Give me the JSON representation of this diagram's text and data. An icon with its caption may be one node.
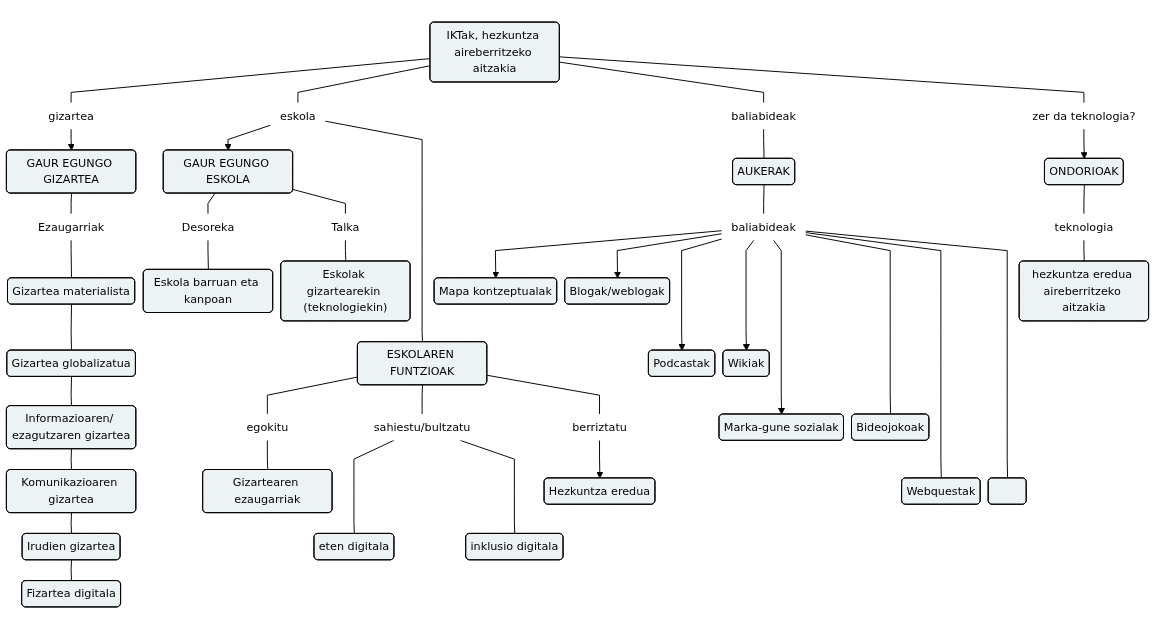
{
  "diagram": {
    "nodes": [
      {
        "text": [
          "IKTak, hezkuntza aireberritzeko aitzakia"
        ]
      },
      {
        "text": [
          "gizartea"
        ]
      },
      {
        "text": [
          "GAUR EGUNGO GIZARTEA"
        ]
      },
      {
        "text": [
          "Ezaugarriak"
        ]
      },
      {
        "text": [
          "Gizartea materialista"
        ]
      },
      {
        "text": [
          "Gizartea globalizatua"
        ]
      },
      {
        "text": [
          "Informazioaren/ ezagutzaren gizartea"
        ]
      },
      {
        "text": [
          "Komunikazioaren gizartea"
        ]
      },
      {
        "text": [
          "Irudien gizartea"
        ]
      },
      {
        "text": [
          "Fizartea digitala"
        ]
      },
      {
        "text": [
          "eskola"
        ]
      },
      {
        "text": [
          "GAUR EGUNGO ESKOLA"
        ]
      },
      {
        "text": [
          "Desoreka"
        ]
      },
      {
        "text": [
          "Talka"
        ]
      },
      {
        "text": [
          "Eskola barruan eta kanpoan"
        ]
      },
      {
        "text": [
          "Eskolak gizartearekin (teknologiekin)"
        ]
      },
      {
        "text": [
          "ESKOLAREN FUNTZIOAK"
        ]
      },
      {
        "text": [
          "egokitu"
        ]
      },
      {
        "text": [
          "sahiestu/bultzatu"
        ]
      },
      {
        "text": [
          "berriztatu"
        ]
      },
      {
        "text": [
          "Gizartearen ezaugarriak"
        ]
      },
      {
        "text": [
          "eten digitala"
        ]
      },
      {
        "text": [
          "inklusio digitala"
        ]
      },
      {
        "text": [
          "Hezkuntza eredua"
        ]
      },
      {
        "text": [
          "baliabideak"
        ]
      },
      {
        "text": [
          "AUKERAK"
        ]
      },
      {
        "text": [
          "baliabideak"
        ]
      },
      {
        "text": [
          "Mapa kontzeptualak"
        ]
      },
      {
        "text": [
          "Blogak/weblogak"
        ]
      },
      {
        "text": [
          "Podcastak"
        ]
      },
      {
        "text": [
          "Wikiak"
        ]
      },
      {
        "text": [
          "Marka-gune sozialak"
        ]
      },
      {
        "text": [
          "Bideojokoak"
        ]
      },
      {
        "text": [
          "Webquestak"
        ]
      },
      {
        "text": [],
        "shape": "box"
      },
      {
        "text": [
          "zer da teknologia?"
        ]
      },
      {
        "text": [
          "ONDORIOAK"
        ]
      },
      {
        "text": [
          "teknologia"
        ]
      },
      {
        "text": [
          "hezkuntza eredua aireberritzeko aitzakia"
        ]
      }
    ],
    "edges": [
      {
        "from": 0,
        "to": 1,
        "arrow": "none"
      },
      {
        "from": 1,
        "to": 2,
        "arrow": "to"
      },
      {
        "from": 2,
        "to": 3,
        "arrow": "none"
      },
      {
        "from": 3,
        "to": 4,
        "arrow": "none"
      },
      {
        "from": 4,
        "to": 5,
        "arrow": "none"
      },
      {
        "from": 5,
        "to": 6,
        "arrow": "none"
      },
      {
        "from": 6,
        "to": 7,
        "arrow": "none"
      },
      {
        "from": 7,
        "to": 8,
        "arrow": "none"
      },
      {
        "from": 8,
        "to": 9,
        "arrow": "none"
      },
      {
        "from": 0,
        "to": 10,
        "arrow": "none"
      },
      {
        "from": 10,
        "to": 11,
        "arrow": "to"
      },
      {
        "from": 10,
        "to": 16,
        "arrow": "none"
      },
      {
        "from": 11,
        "to": 12,
        "arrow": "none"
      },
      {
        "from": 11,
        "to": 13,
        "arrow": "none"
      },
      {
        "from": 12,
        "to": 14,
        "arrow": "none"
      },
      {
        "from": 13,
        "to": 15,
        "arrow": "none"
      },
      {
        "from": 16,
        "to": 17,
        "arrow": "none"
      },
      {
        "from": 16,
        "to": 18,
        "arrow": "none"
      },
      {
        "from": 16,
        "to": 19,
        "arrow": "none"
      },
      {
        "from": 17,
        "to": 20,
        "arrow": "none"
      },
      {
        "from": 18,
        "to": 21,
        "arrow": "none"
      },
      {
        "from": 18,
        "to": 22,
        "arrow": "none"
      },
      {
        "from": 19,
        "to": 23,
        "arrow": "to"
      },
      {
        "from": 0,
        "to": 24,
        "arrow": "none"
      },
      {
        "from": 24,
        "to": 25,
        "arrow": "none"
      },
      {
        "from": 25,
        "to": 26,
        "arrow": "none"
      },
      {
        "from": 26,
        "to": 27,
        "arrow": "to"
      },
      {
        "from": 26,
        "to": 28,
        "arrow": "to"
      },
      {
        "from": 26,
        "to": 29,
        "arrow": "to"
      },
      {
        "from": 26,
        "to": 30,
        "arrow": "to"
      },
      {
        "from": 26,
        "to": 31,
        "arrow": "to"
      },
      {
        "from": 26,
        "to": 32,
        "arrow": "none"
      },
      {
        "from": 26,
        "to": 33,
        "arrow": "none"
      },
      {
        "from": 26,
        "to": 34,
        "arrow": "none"
      },
      {
        "from": 0,
        "to": 35,
        "arrow": "none"
      },
      {
        "from": 35,
        "to": 36,
        "arrow": "to"
      },
      {
        "from": 36,
        "to": 37,
        "arrow": "none"
      },
      {
        "from": 37,
        "to": 38,
        "arrow": "none"
      }
    ]
  }
}
